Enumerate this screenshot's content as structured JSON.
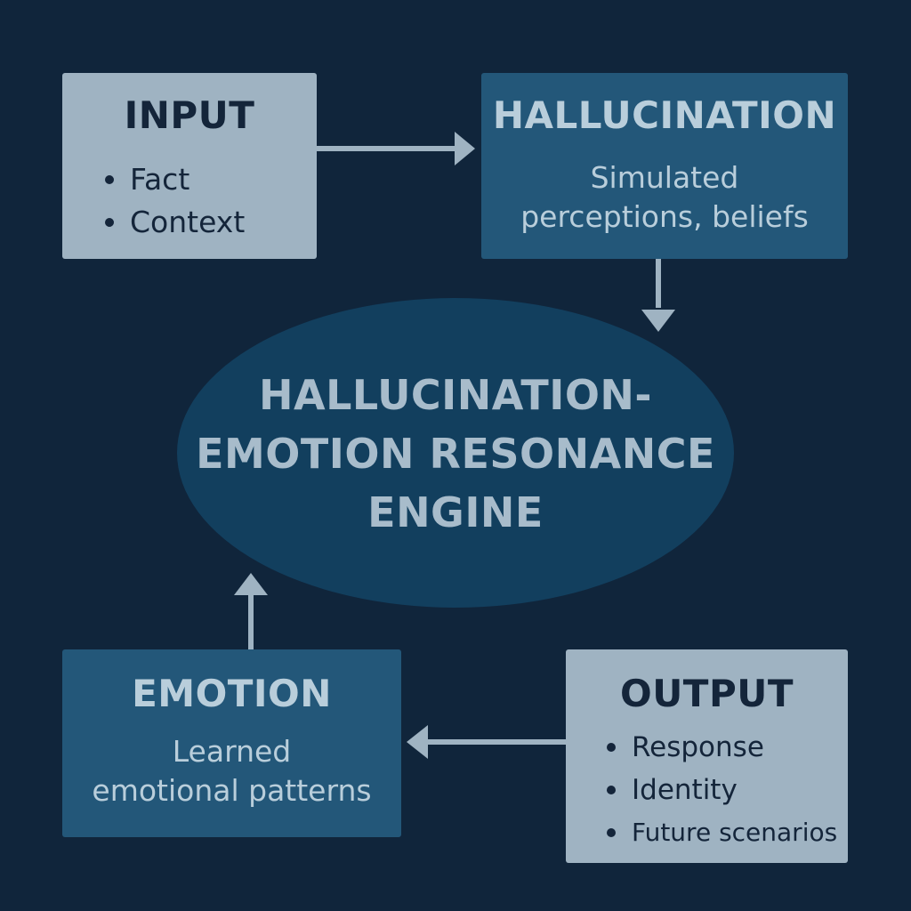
{
  "input": {
    "title": "INPUT",
    "items": [
      "Fact",
      "Context"
    ]
  },
  "hallucination": {
    "title": "HALLUCINATION",
    "description_lines": [
      "Simulated",
      "perceptions, beliefs"
    ]
  },
  "engine": {
    "title_lines": [
      "HALLUCINATION-",
      "EMOTION RESONANCE",
      "ENGINE"
    ]
  },
  "emotion": {
    "title": "EMOTION",
    "description_lines": [
      "Learned",
      "emotional patterns"
    ]
  },
  "output": {
    "title": "OUTPUT",
    "items": [
      "Response",
      "Identity",
      "Future scenarios"
    ]
  },
  "colors": {
    "background": "#10253b",
    "light_box": "#9fb3c2",
    "dark_box": "#235779",
    "ellipse": "#123f5e",
    "arrow": "#9fb3c2"
  }
}
